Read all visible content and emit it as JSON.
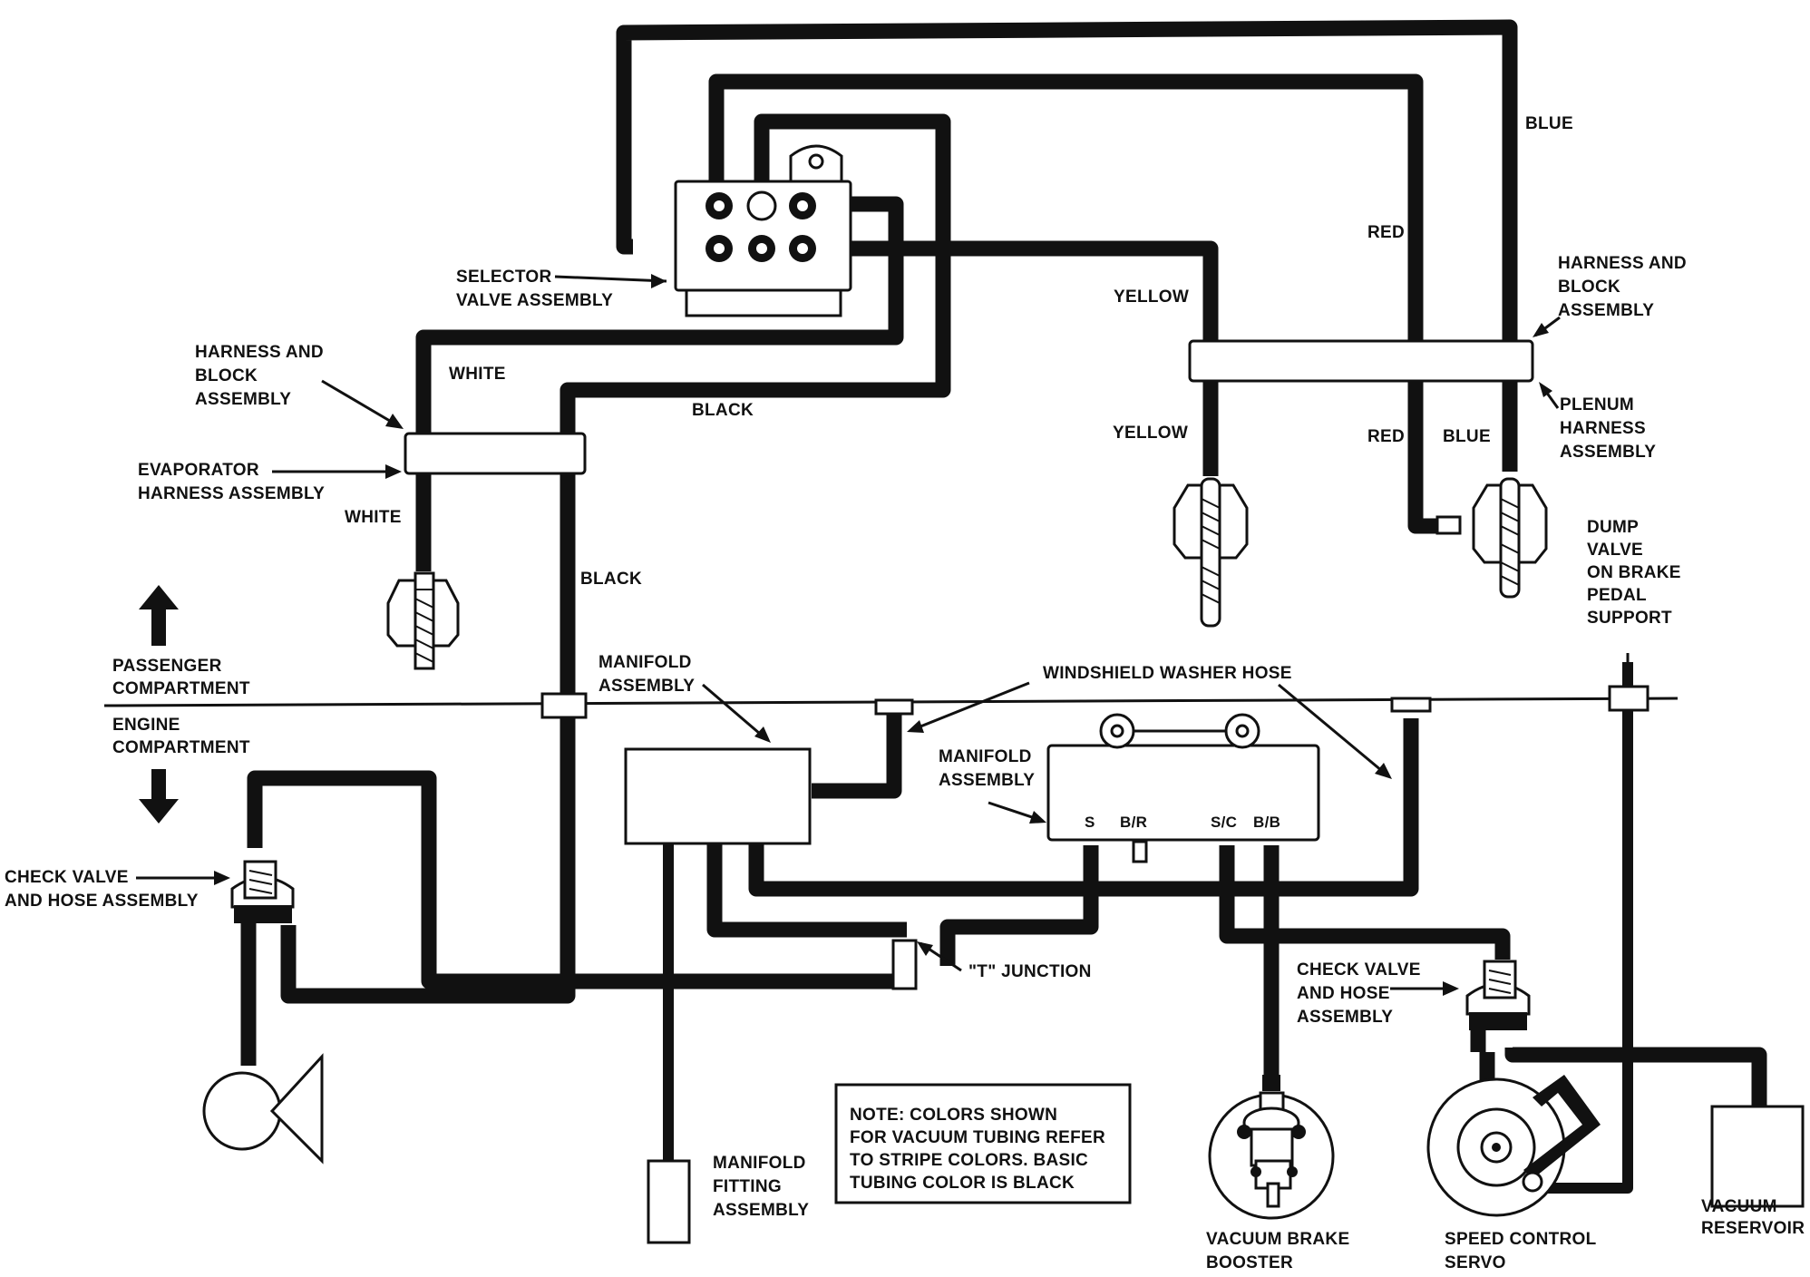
{
  "diagram": {
    "labels": {
      "selector": [
        "SELECTOR",
        "VALVE ASSEMBLY"
      ],
      "harness_left": [
        "HARNESS AND",
        "BLOCK",
        "ASSEMBLY"
      ],
      "evaporator": [
        "EVAPORATOR",
        "HARNESS ASSEMBLY"
      ],
      "harness_right": [
        "HARNESS AND",
        "BLOCK",
        "ASSEMBLY"
      ],
      "plenum": [
        "PLENUM",
        "HARNESS",
        "ASSEMBLY"
      ],
      "dump_valve": [
        "DUMP",
        "VALVE",
        "ON BRAKE",
        "PEDAL",
        "SUPPORT"
      ],
      "passenger": [
        "PASSENGER",
        "COMPARTMENT"
      ],
      "engine": [
        "ENGINE",
        "COMPARTMENT"
      ],
      "manifold_left": [
        "MANIFOLD",
        "ASSEMBLY"
      ],
      "washer_hose": "WINDSHIELD WASHER HOSE",
      "manifold_right": [
        "MANIFOLD",
        "ASSEMBLY"
      ],
      "check_valve_left": [
        "CHECK VALVE",
        "AND HOSE ASSEMBLY"
      ],
      "t_junction": "\"T\" JUNCTION",
      "check_valve_right": [
        "CHECK VALVE",
        "AND HOSE",
        "ASSEMBLY"
      ],
      "manifold_fitting": [
        "MANIFOLD",
        "FITTING",
        "ASSEMBLY"
      ],
      "brake_booster": [
        "VACUUM BRAKE",
        "BOOSTER"
      ],
      "servo": [
        "SPEED CONTROL",
        "SERVO"
      ],
      "reservoir": [
        "VACUUM",
        "RESERVOIR"
      ]
    },
    "hose_colors": {
      "blue": "BLUE",
      "red": "RED",
      "yellow": "YELLOW",
      "white": "WHITE",
      "black": "BLACK"
    },
    "ports": {
      "s": "S",
      "br": "B/R",
      "sc": "S/C",
      "bb": "B/B"
    },
    "note": [
      "NOTE: COLORS SHOWN",
      "FOR VACUUM TUBING REFER",
      "TO STRIPE COLORS. BASIC",
      "TUBING COLOR IS BLACK"
    ]
  }
}
